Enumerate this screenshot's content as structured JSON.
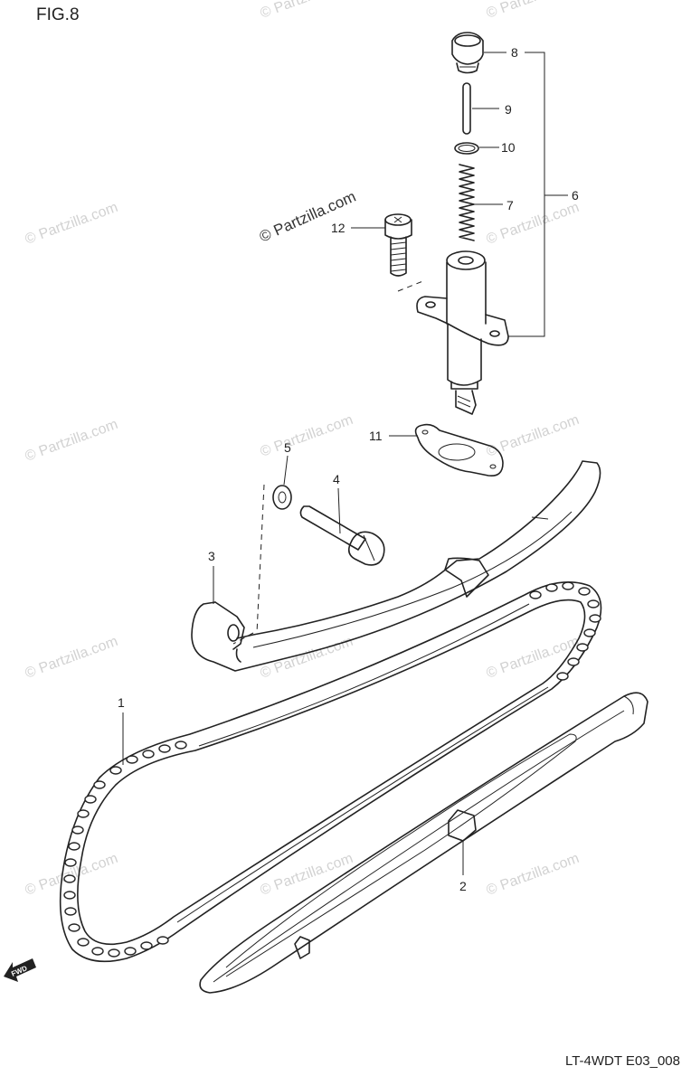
{
  "figure_title": "FIG.8",
  "footer_code": "LT-4WDT E03_008",
  "watermark_text": "© Partzilla.com",
  "fwd_label": "FWD",
  "callouts": [
    {
      "id": "c1",
      "label": "1"
    },
    {
      "id": "c2",
      "label": "2"
    },
    {
      "id": "c3",
      "label": "3"
    },
    {
      "id": "c4",
      "label": "4"
    },
    {
      "id": "c5",
      "label": "5"
    },
    {
      "id": "c6",
      "label": "6"
    },
    {
      "id": "c7",
      "label": "7"
    },
    {
      "id": "c8",
      "label": "8"
    },
    {
      "id": "c9",
      "label": "9"
    },
    {
      "id": "c10",
      "label": "10"
    },
    {
      "id": "c11",
      "label": "11"
    },
    {
      "id": "c12",
      "label": "12"
    }
  ]
}
